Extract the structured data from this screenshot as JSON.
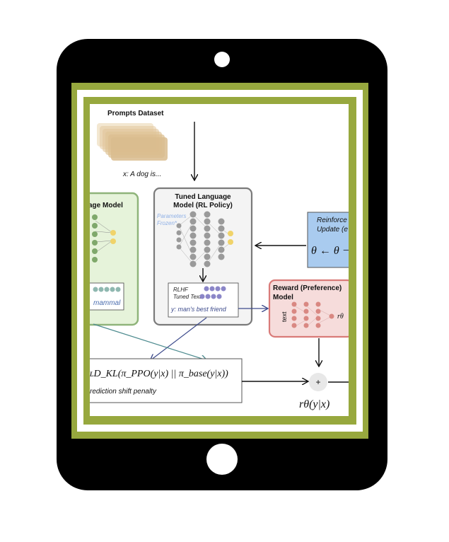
{
  "diagram": {
    "prompts_title": "Prompts Dataset",
    "prompt_example": "x: A dog is...",
    "base_model_title": "age Model",
    "base_text": "mammal",
    "tuned_model_title_line1": "Tuned Language",
    "tuned_model_title_line2": "Model (RL Policy)",
    "frozen_note_line1": "Parameters",
    "frozen_note_line2": "Frozen*",
    "rlhf_label_line1": "RLHF",
    "rlhf_label_line2": "Tuned Text",
    "tuned_output": "y: man's best friend",
    "reinforce_line1": "Reinforce",
    "reinforce_line2": "Update (e",
    "reinforce_formula": "θ ← θ −",
    "reward_title_line1": "Reward (Preference)",
    "reward_title_line2": "Model",
    "reward_text_axis": "text",
    "reward_output": "rθ",
    "penalty_formula": "ʟD_KL(π_PPO(y|x) || π_base(y|x))",
    "penalty_caption": "rediction shift penalty",
    "plus_symbol": "+",
    "reward_formula": "rθ(y|x)"
  },
  "colors": {
    "tablet_body": "#000000",
    "screen_border": "#97a83e",
    "base_model_fill": "#e6f3da",
    "base_model_stroke": "#8fb47a",
    "tuned_model_fill": "#f4f4f4",
    "tuned_model_stroke": "#7a7a7a",
    "reinforce_fill": "#a9cbef",
    "reward_fill": "#f6dcdb",
    "reward_stroke": "#d97b79",
    "arrow_blue": "#3d4b8c",
    "arrow_teal": "#4d8b8f",
    "prompt_card": "#e6cda2"
  },
  "icons": [
    "neural-network-icon",
    "prompt-cards-icon",
    "token-circles-icon"
  ]
}
